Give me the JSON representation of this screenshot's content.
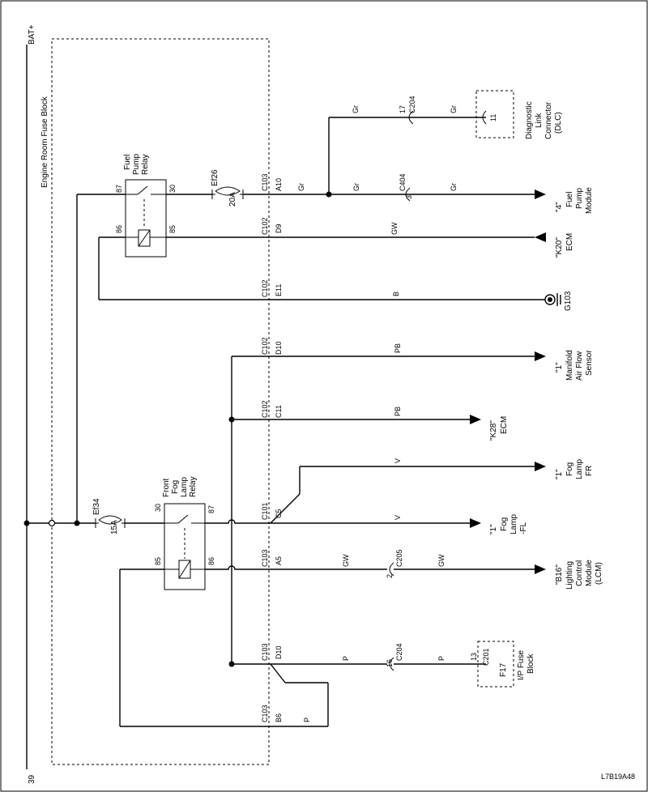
{
  "diagram": {
    "bat_label": "BAT+",
    "fuse_block_label": "Engine Room Fuse Block",
    "page_number": "39",
    "figure_code": "L7B19A48",
    "fuel_pump_relay": {
      "lines": [
        "Fuel",
        "Pump",
        "Relay"
      ],
      "pin_87": "87",
      "pin_30": "30",
      "pin_86": "86",
      "pin_85": "85"
    },
    "fuse_ef26": {
      "name": "Ef26",
      "rating": "20A"
    },
    "fuse_ef34": {
      "name": "Ef34",
      "rating": "15A"
    },
    "fog_lamp_relay": {
      "lines": [
        "Front",
        "Fog",
        "Lamp",
        "Relay"
      ],
      "pin_30": "30",
      "pin_87": "87",
      "pin_85": "85",
      "pin_86": "86"
    },
    "circuits": [
      {
        "connector": "C103",
        "pin": "A10",
        "wire1": "Gr",
        "wire2": "Gr",
        "inline_conn": "C404",
        "inline_pin": "3",
        "wire3": "Gr",
        "dest": [
          "\"4\"",
          "Fuel",
          "Pump",
          "Module"
        ]
      },
      {
        "connector": "C102",
        "pin": "D9",
        "wire1": "GW",
        "dest": [
          "\"K20\"",
          "ECM"
        ]
      },
      {
        "connector": "C102",
        "pin": "E11",
        "wire1": "B",
        "dest": [
          "G103"
        ]
      },
      {
        "connector": "C102",
        "pin": "D10",
        "wire1": "PB",
        "dest": [
          "\"1\"",
          "Manifold",
          "Air Flow",
          "Sensor"
        ]
      },
      {
        "connector": "C102",
        "pin": "C11",
        "wire1": "PB",
        "dest": [
          "\"K28\"",
          "ECM"
        ]
      },
      {
        "wire1": "V",
        "dest": [
          "\"1\"",
          "Fog",
          "Lamp",
          "FR"
        ]
      },
      {
        "connector": "C101",
        "pin": "C5",
        "wire1": "V",
        "dest": [
          "\"1\"",
          "Fog",
          "Lamp",
          "-FL"
        ]
      },
      {
        "connector": "C103",
        "pin": "A5",
        "wire1": "GW",
        "inline_conn": "C205",
        "inline_pin": "2",
        "wire2": "GW",
        "dest": [
          "\"B16\"",
          "Lighting",
          "Control",
          "Module",
          "(LCM)"
        ]
      },
      {
        "connector": "C103",
        "pin": "D10",
        "wire1": "P",
        "inline_conn": "C204",
        "inline_pin": "16",
        "wire2": "P",
        "dest_pin": "13",
        "dest_conn": "C201",
        "dest_fuse": "F17",
        "dest": [
          "I/P Fuse",
          "Block"
        ]
      },
      {
        "connector": "C103",
        "pin": "B6",
        "wire1": "P"
      }
    ],
    "dlc": {
      "wire1": "Gr",
      "inline_conn": "C204",
      "inline_pin": "17",
      "wire2": "Gr",
      "pin": "11",
      "lines": [
        "Diagnostic",
        "Link",
        "Connector",
        "(DLC)"
      ]
    }
  }
}
